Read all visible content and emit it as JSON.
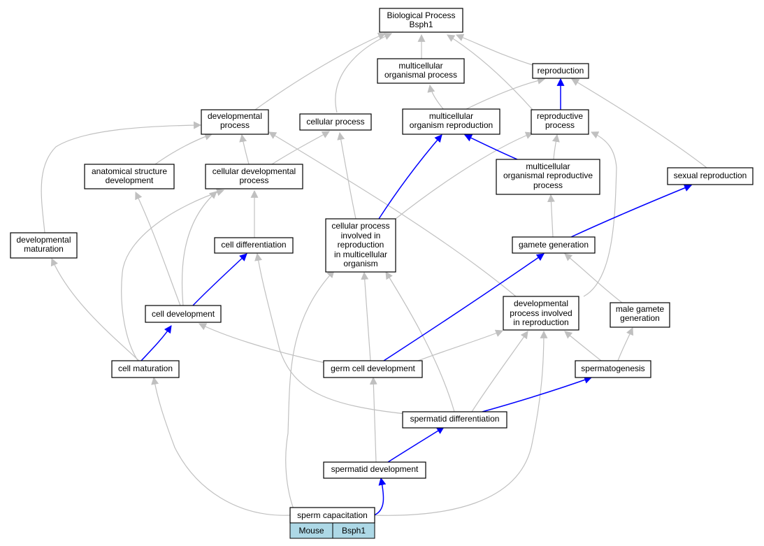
{
  "colors": {
    "is_a_edge": "#c0c0c0",
    "part_of_edge": "#0000ff",
    "node_border": "#000000",
    "node_fill": "#ffffff",
    "table_fill": "#add8e6"
  },
  "nodes": {
    "bio_process": [
      "Biological Process",
      "Bsph1"
    ],
    "multicellular_organismal_process": [
      "multicellular",
      "organismal process"
    ],
    "reproduction": [
      "reproduction"
    ],
    "developmental_process": [
      "developmental",
      "process"
    ],
    "cellular_process": [
      "cellular process"
    ],
    "multicellular_organism_reproduction": [
      "multicellular",
      "organism reproduction"
    ],
    "reproductive_process": [
      "reproductive",
      "process"
    ],
    "anatomical_structure_development": [
      "anatomical structure",
      "development"
    ],
    "cellular_developmental_process": [
      "cellular developmental",
      "process"
    ],
    "multicellular_organismal_reproductive_process": [
      "multicellular",
      "organismal reproductive",
      "process"
    ],
    "sexual_reproduction": [
      "sexual reproduction"
    ],
    "developmental_maturation": [
      "developmental",
      "maturation"
    ],
    "cell_differentiation": [
      "cell differentiation"
    ],
    "cellular_process_involved_in_reproduction": [
      "cellular process",
      "involved in",
      "reproduction",
      "in multicellular",
      "organism"
    ],
    "gamete_generation": [
      "gamete generation"
    ],
    "cell_development": [
      "cell development"
    ],
    "developmental_process_involved_in_reproduction": [
      "developmental",
      "process involved",
      "in reproduction"
    ],
    "male_gamete_generation": [
      "male gamete",
      "generation"
    ],
    "cell_maturation": [
      "cell maturation"
    ],
    "germ_cell_development": [
      "germ cell development"
    ],
    "spermatogenesis": [
      "spermatogenesis"
    ],
    "spermatid_differentiation": [
      "spermatid differentiation"
    ],
    "spermatid_development": [
      "spermatid development"
    ],
    "sperm_capacitation": [
      "sperm capacitation"
    ]
  },
  "annotation_table": {
    "organism": "Mouse",
    "gene": "Bsph1"
  }
}
